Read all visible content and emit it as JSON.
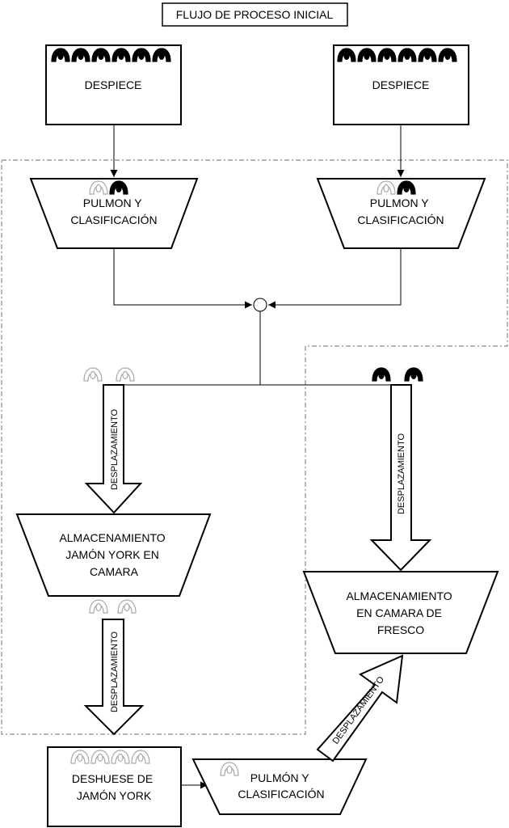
{
  "title": "FLUJO DE PROCESO INICIAL",
  "nodes": {
    "despiece_left": "DESPIECE",
    "despiece_right": "DESPIECE",
    "pulmon_left": [
      "PULMON Y",
      "CLASIFICACIÓN"
    ],
    "pulmon_right": [
      "PULMON Y",
      "CLASIFICACIÓN"
    ],
    "almacenamiento_york": [
      "ALMACENAMIENTO",
      "JAMÓN YORK EN",
      "CAMARA"
    ],
    "almacenamiento_fresco": [
      "ALMACENAMIENTO",
      "EN CAMARA DE",
      "FRESCO"
    ],
    "deshuese": [
      "DESHUESE DE",
      "JAMÓN YORK"
    ],
    "pulmon_bottom": [
      "PULMÓN Y",
      "CLASIFICACIÓN"
    ]
  },
  "arrows": {
    "left_1": "DESPLAZAMIENTO",
    "left_2": "DESPLAZAMIENTO",
    "right": "DESPLAZAMIENTO",
    "diagonal": "DESPLAZAMIENTO"
  },
  "colors": {
    "line": "#000000",
    "dashed_boundary": "#888888",
    "icon_dark": "#000000",
    "icon_light": "#aaaaaa"
  },
  "icons": {
    "despiece_left": {
      "name": "worker-icon",
      "count": 6,
      "tone": "dark"
    },
    "despiece_right": {
      "name": "worker-icon",
      "count": 6,
      "tone": "dark"
    },
    "pulmon_left": {
      "name": "worker-icon",
      "tones": [
        "light",
        "dark"
      ]
    },
    "pulmon_right": {
      "name": "worker-icon",
      "tones": [
        "light",
        "dark"
      ]
    },
    "left_branch": {
      "name": "worker-icon",
      "count": 2,
      "tone": "light"
    },
    "right_branch": {
      "name": "worker-icon",
      "count": 2,
      "tone": "dark"
    },
    "below_york": {
      "name": "worker-icon",
      "count": 2,
      "tone": "light"
    },
    "deshuese": {
      "name": "worker-icon",
      "count": 4,
      "tone": "light"
    },
    "pulmon_bottom": {
      "name": "worker-icon",
      "count": 1,
      "tone": "light"
    }
  }
}
